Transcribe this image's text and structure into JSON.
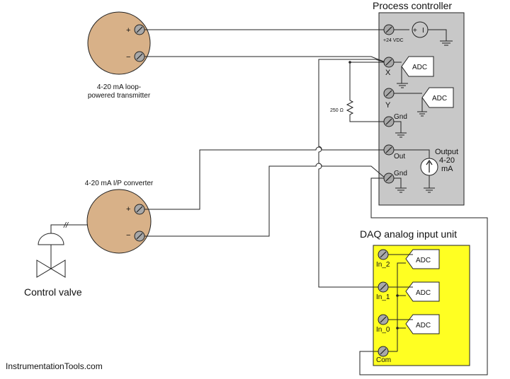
{
  "colors": {
    "instrument_fill": "#d8b188",
    "controller_fill": "#c8c8c8",
    "daq_fill": "#ffff22",
    "wire": "#222222",
    "terminal_fill": "#a8a8a8"
  },
  "transmitter": {
    "label_line1": "4-20 mA loop-",
    "label_line2": "powered transmitter",
    "plus": "+",
    "minus": "−"
  },
  "ip_converter": {
    "label": "4-20 mA I/P converter",
    "plus": "+",
    "minus": "−"
  },
  "control_valve": {
    "label": "Control valve",
    "signal_marks": "//"
  },
  "resistor": {
    "label": "250 Ω"
  },
  "controller": {
    "title": "Process controller",
    "supply_label": "+24 VDC",
    "supply_symbol": "I",
    "supply_plus": "+",
    "adc_x": "ADC",
    "adc_y": "ADC",
    "x_label": "X",
    "y_label": "Y",
    "gnd1_label": "Gnd",
    "out_label": "Out",
    "gnd2_label": "Gnd",
    "output_line1": "Output",
    "output_line2": "4-20",
    "output_line3": "mA"
  },
  "daq": {
    "title": "DAQ analog input unit",
    "in2_label": "In_2",
    "in1_label": "In_1",
    "in0_label": "In_0",
    "com_label": "Com",
    "adc_2": "ADC",
    "adc_1": "ADC",
    "adc_0": "ADC"
  },
  "watermark": "InstrumentationTools.com"
}
